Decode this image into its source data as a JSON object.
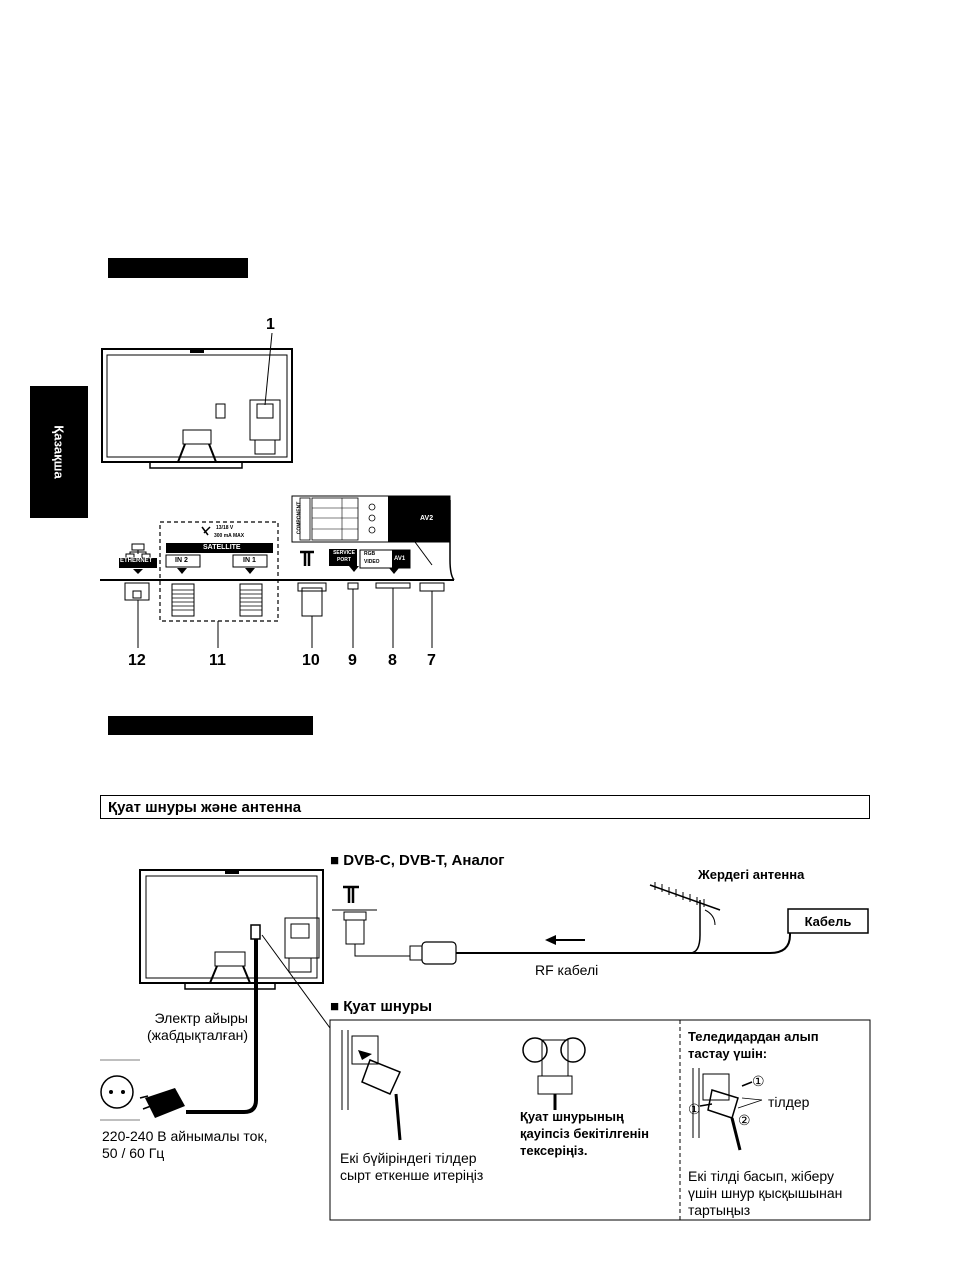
{
  "side_tab": {
    "label": "Қазақша"
  },
  "rear_panel": {
    "callout_top": "1",
    "callouts": [
      "12",
      "11",
      "10",
      "9",
      "8",
      "7"
    ],
    "labels": {
      "ethernet": "ETHERNET",
      "satellite": "SATELLITE",
      "in2": "IN 2",
      "in1": "IN 1",
      "service_port": "SERVICE PORT",
      "rgb": "RGB",
      "video": "VIDEO",
      "av1": "AV1",
      "av2": "AV2",
      "component": "COMPONENT",
      "sat_power": "13/18 V",
      "sat_current": "300 mA MAX"
    }
  },
  "section": {
    "title": "Қуат шнуры және антенна"
  },
  "antenna": {
    "heading": "■ DVB-C, DVB-T, Аналог",
    "terrestrial_antenna": "Жердегі антенна",
    "cable_box": "Кабель",
    "rf_cable": "RF кабелі"
  },
  "power": {
    "heading": "■ Қуат шнуры",
    "mains_plug": "Электр айыры\n(жабдықталған)",
    "ac_spec": "220-240 В айнымалы ток,\n50 / 60 Гц",
    "push_text": "Екі бүйіріндегі тілдер\nсырт еткенше итеріңіз",
    "check_text": "Қуат шнурының\nқауіпсіз бекітілгенін\nтексеріңіз.",
    "remove_heading": "Теледидардан алып\nтастау үшін:",
    "tabs_label": "тілдер",
    "remove_text": "Екі тілді басып, жіберу\nүшін шнур қысқышынан\nтартыңыз",
    "marker_1": "①",
    "marker_2": "②"
  }
}
